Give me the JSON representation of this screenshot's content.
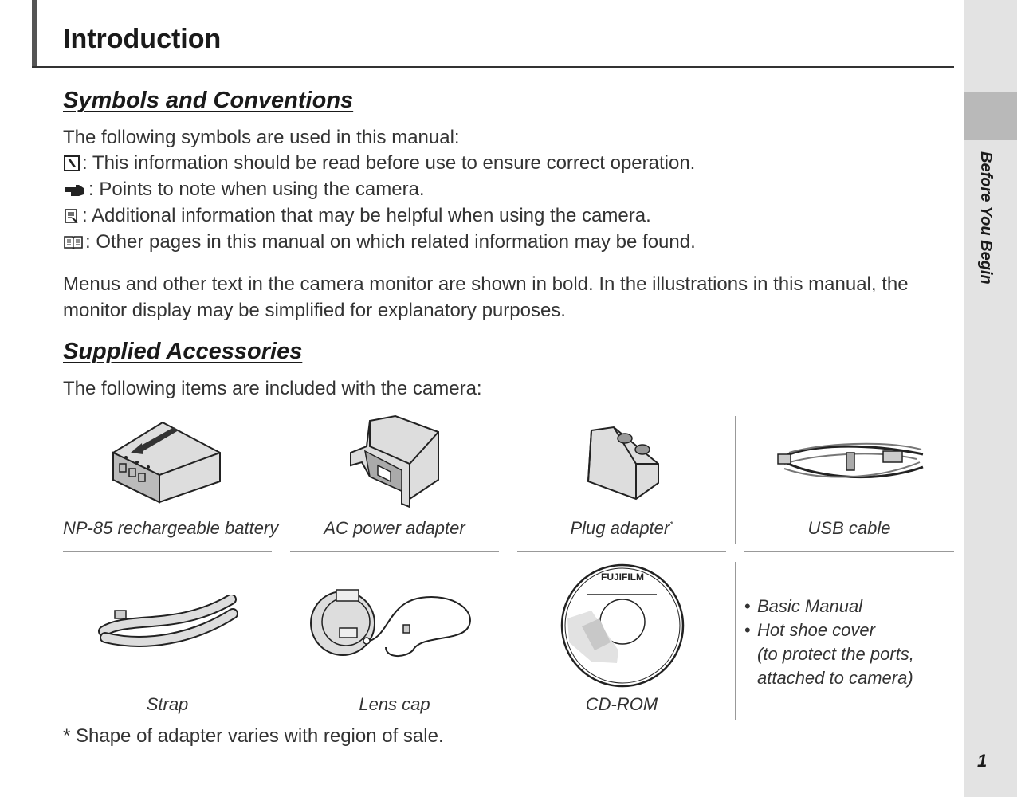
{
  "header": {
    "title": "Introduction"
  },
  "sidebar": {
    "section_label": "Before You Begin",
    "page_number": "1"
  },
  "symbols": {
    "heading": "Symbols and Conventions",
    "intro": "The following symbols are used in this manual:",
    "items": [
      {
        "icon": "caution-icon",
        "text": ": This information should be read before use to ensure correct operation."
      },
      {
        "icon": "pointing-hand-icon",
        "text": ": Points to note when using the camera."
      },
      {
        "icon": "memo-icon",
        "text": ": Additional information that may be helpful when using the camera."
      },
      {
        "icon": "book-icon",
        "text": ": Other pages in this manual on which related information may be found."
      }
    ],
    "paragraph": "Menus and other text in the camera monitor are shown in bold.  In the illustrations in this manual, the monitor display may be simplified for explanatory purposes."
  },
  "accessories": {
    "heading": "Supplied Accessories",
    "intro": "The following items are included with the camera:",
    "items": [
      {
        "label": "NP-85 rechargeable battery",
        "icon": "battery-icon"
      },
      {
        "label": "AC power adapter",
        "icon": "ac-adapter-icon"
      },
      {
        "label": "Plug adapter",
        "marker": "*",
        "icon": "plug-adapter-icon"
      },
      {
        "label": "USB cable",
        "icon": "usb-cable-icon"
      },
      {
        "label": "Strap",
        "icon": "strap-icon"
      },
      {
        "label": "Lens cap",
        "icon": "lens-cap-icon"
      },
      {
        "label": "CD-ROM",
        "icon": "cd-rom-icon",
        "brand": "FUJIFILM"
      }
    ],
    "extra_items": [
      "Basic Manual",
      "Hot shoe cover",
      "(to protect the ports,",
      "attached to camera)"
    ],
    "footnote": "* Shape of adapter varies with region of sale."
  }
}
